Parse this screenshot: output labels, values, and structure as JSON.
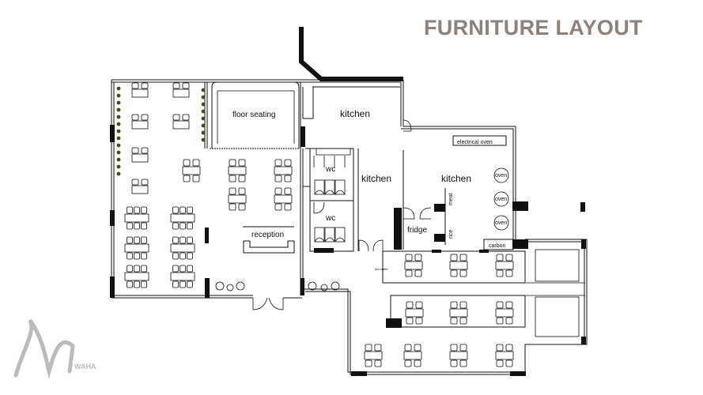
{
  "title": "FURNITURE LAYOUT",
  "logo_text": "WAHA",
  "rooms": {
    "floor_seating": "floor seating",
    "kitchen_top": "kitchen",
    "kitchen_mid": "kitchen",
    "kitchen_right": "kitchen",
    "wc_upper": "wc",
    "wc_lower": "wc",
    "reception": "reception",
    "fridge": "fridge",
    "carbon": "carbon",
    "electrical_oven": "electrical oven",
    "oven": "oven",
    "meat": "meat",
    "rice": "rice",
    "tea_buffet": "tea buffet"
  },
  "colors": {
    "title": "#8c827b",
    "wall": "#111111",
    "plant": "#4a4a1a",
    "logo": "#bbbbbb"
  }
}
